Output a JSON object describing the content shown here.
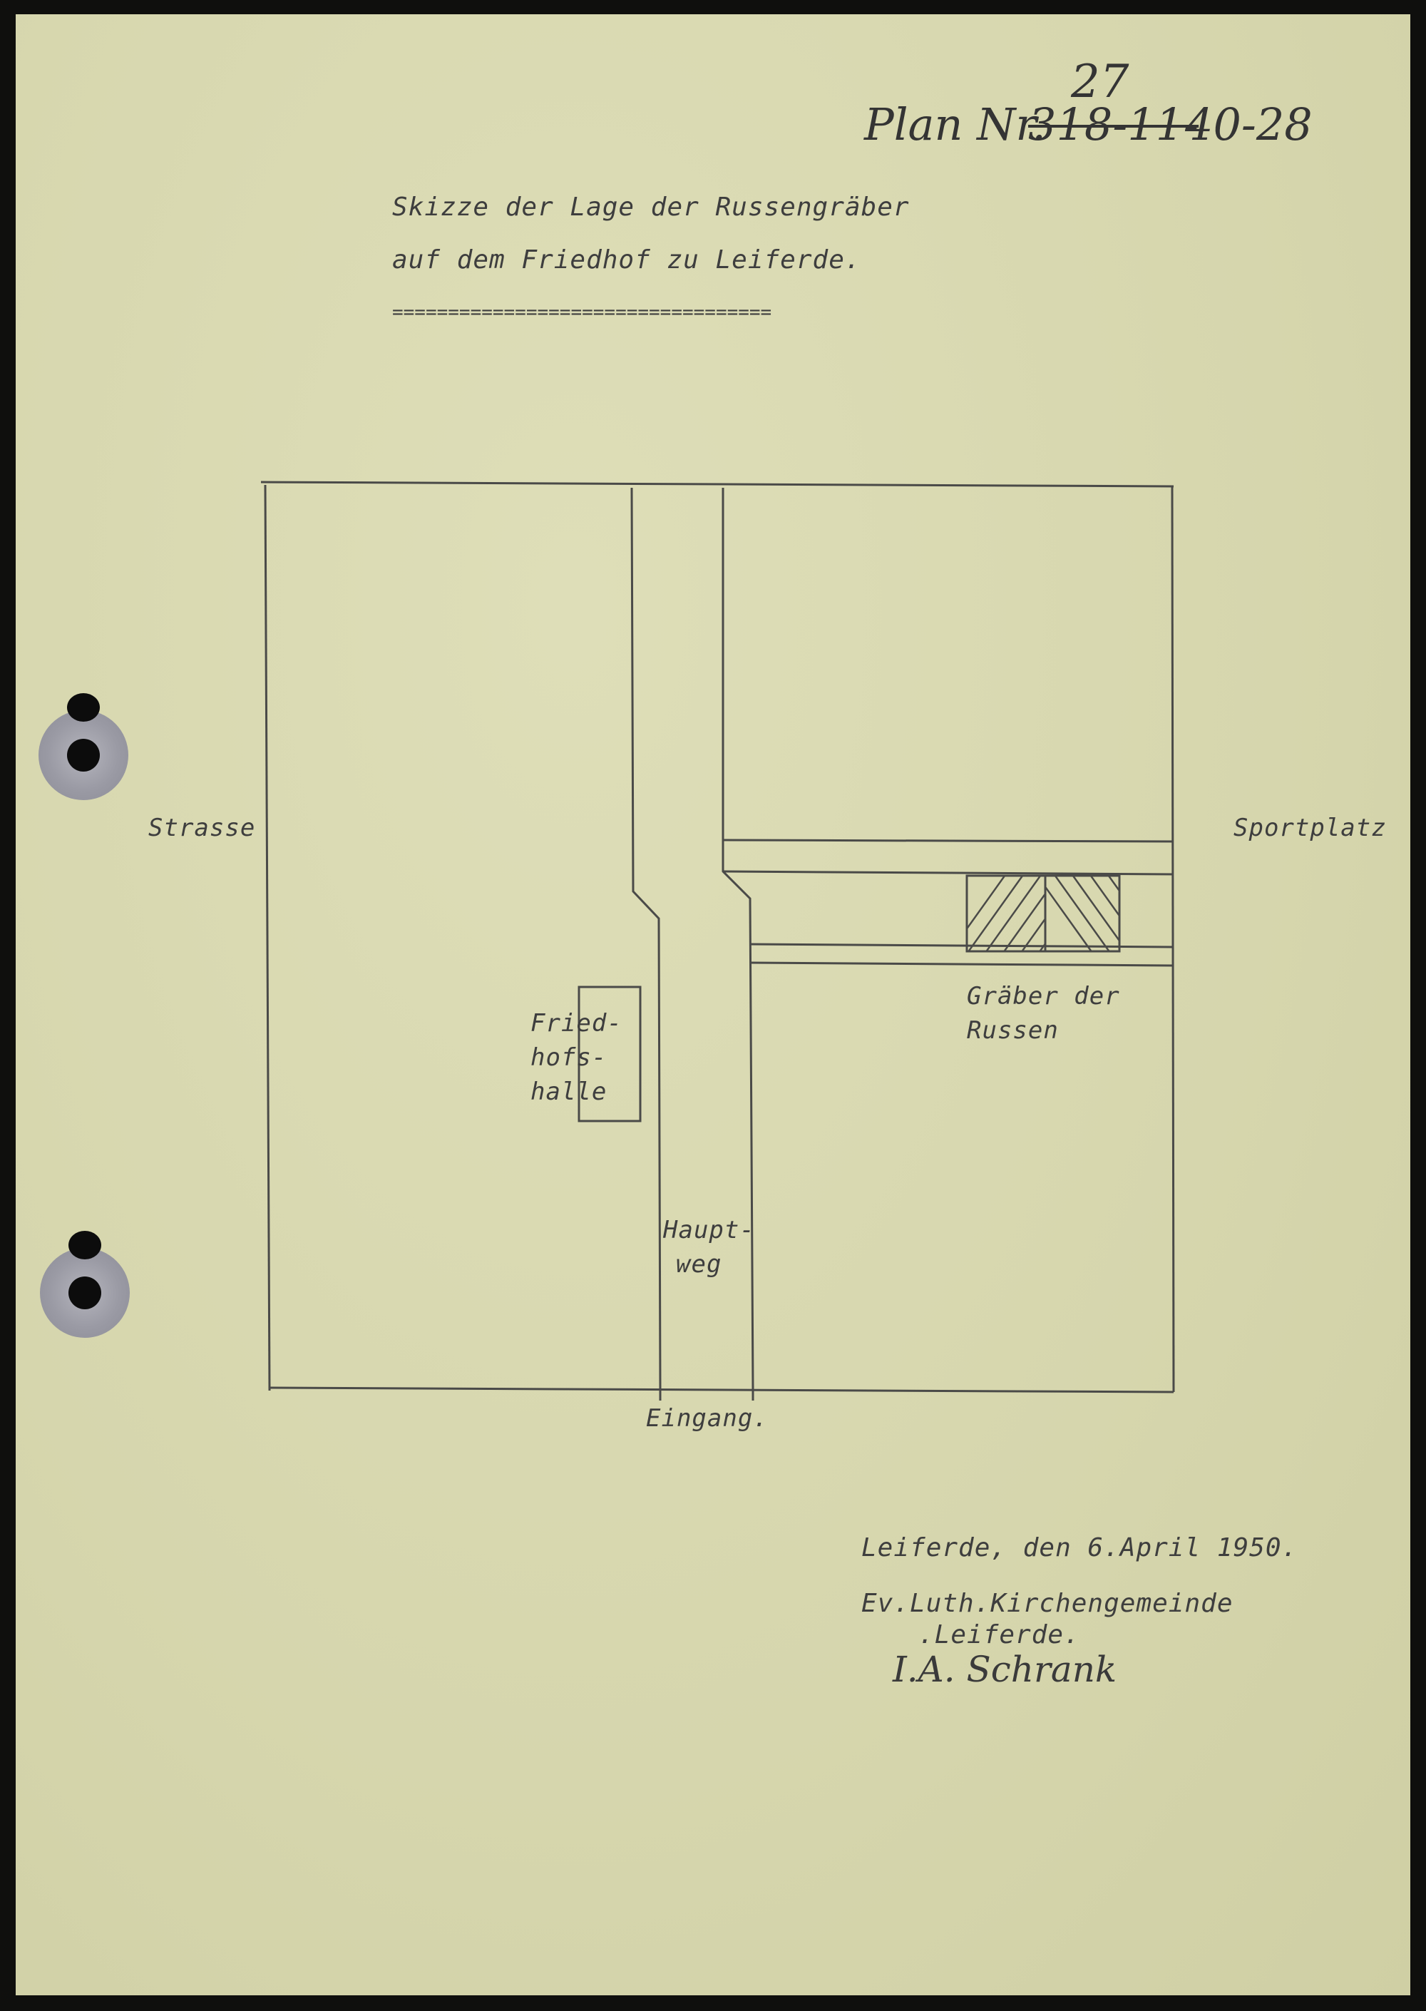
{
  "plan_number": {
    "prefix": "Plan Nr.",
    "struck_text": "318-11-",
    "inserted_number": "27",
    "suffix": "40-28"
  },
  "title": {
    "line1": "Skizze der Lage der Russengräber",
    "line2": "auf dem Friedhof zu Leiferde.",
    "underline": "=================================="
  },
  "sketch_labels": {
    "street": "Strasse",
    "sports_field": "Sportplatz",
    "hall_line1": "Fried-",
    "hall_line2": "hofs-",
    "hall_line3": "halle",
    "path_line1": "Haupt-",
    "path_line2": "weg",
    "graves_line1": "Gräber der",
    "graves_line2": "Russen",
    "entrance": "Eingang."
  },
  "footer": {
    "place_date": "Leiferde, den 6.April 1950.",
    "parish_line1": "Ev.Luth.Kirchengemeinde",
    "parish_line2": ".Leiferde.",
    "signature": "I.A. Schrank"
  },
  "colors": {
    "paper": "#d8d8b0",
    "ink": "#3e3e3e",
    "background": "#0f0f0d"
  }
}
